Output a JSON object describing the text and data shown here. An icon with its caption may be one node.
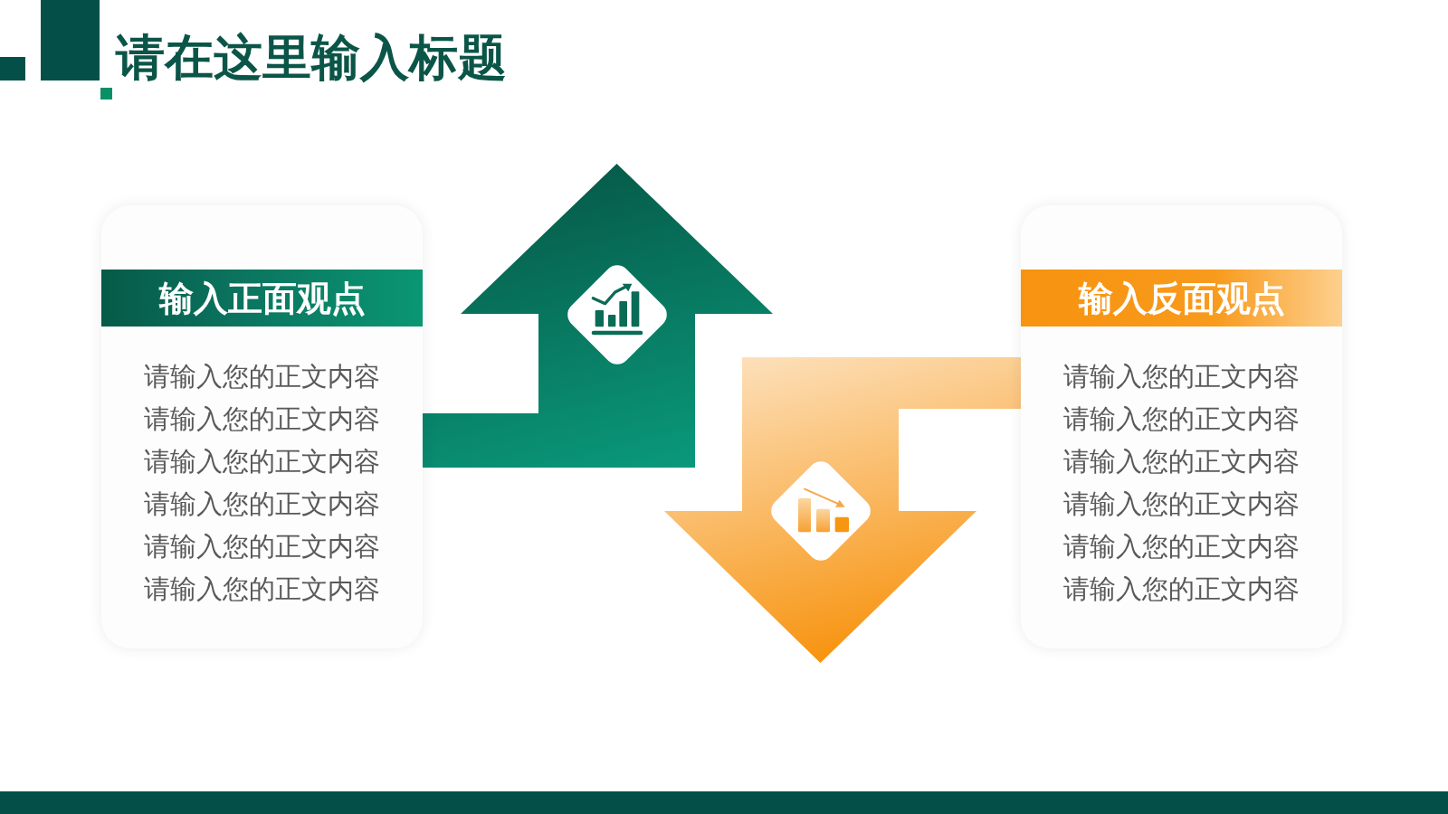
{
  "diagram": {
    "title": "请在这里输入标题",
    "nodes": [
      {
        "text": [
          "请输入您的正文内容",
          "请输入您的正文内容",
          "请输入您的正文内容",
          "请输入您的正文内容",
          "请输入您的正文内容",
          "请输入您的正文内容"
        ]
      },
      {
        "text": [
          "输入正面观点"
        ],
        "in": 0
      },
      {
        "text": [
          "请输入您的正文内容",
          "请输入您的正文内容",
          "请输入您的正文内容",
          "请输入您的正文内容",
          "请输入您的正文内容",
          "请输入您的正文内容"
        ]
      },
      {
        "text": [
          "输入反面观点"
        ],
        "in": 2
      }
    ],
    "edges": [
      {
        "from": 0,
        "to": null,
        "arrow": "to",
        "color": "#065c4a"
      },
      {
        "from": 2,
        "to": null,
        "arrow": "to",
        "color": "#f7930f"
      }
    ]
  }
}
